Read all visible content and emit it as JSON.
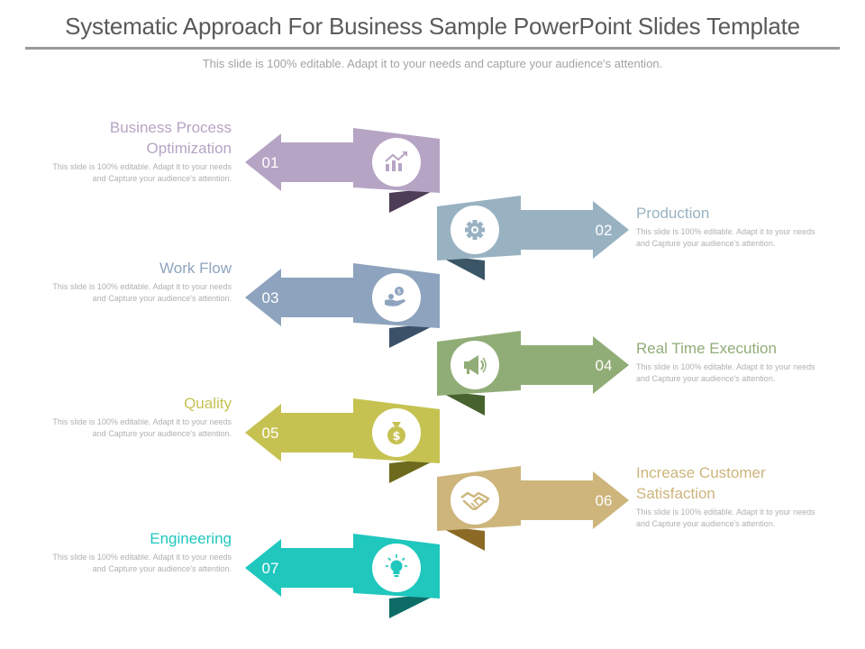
{
  "title": "Systematic Approach For Business Sample PowerPoint Slides Template",
  "subtitle": "This slide is 100% editable. Adapt it to your needs and capture your audience's attention.",
  "steps": [
    {
      "number": "01",
      "heading": "Business Process Optimization",
      "body": "This slide is 100% editable. Adapt it to your needs and  Capture your audience's attention.",
      "icon": "growth-chart-icon",
      "color": "#b6a4c4",
      "shade": "#4d3d56",
      "side": "left"
    },
    {
      "number": "02",
      "heading": "Production",
      "body": "This slide is 100% editable. Adapt it to your needs and  Capture your audience's attention.",
      "icon": "gear-icon",
      "color": "#99b2c2",
      "shade": "#3a5666",
      "side": "right"
    },
    {
      "number": "03",
      "heading": "Work Flow",
      "body": "This slide is 100% editable. Adapt it to your needs and  Capture your audience's attention.",
      "icon": "money-hand-icon",
      "color": "#8ea4be",
      "shade": "#3a5168",
      "side": "left"
    },
    {
      "number": "04",
      "heading": "Real Time Execution",
      "body": "This slide is 100% editable. Adapt it to your needs and  Capture your audience's attention.",
      "icon": "megaphone-icon",
      "color": "#91ad77",
      "shade": "#47622e",
      "side": "right"
    },
    {
      "number": "05",
      "heading": "Quality",
      "body": "This slide is 100% editable. Adapt it to your needs and  Capture your audience's attention.",
      "icon": "money-bag-icon",
      "color": "#c6c252",
      "shade": "#6d6a1d",
      "side": "left"
    },
    {
      "number": "06",
      "heading": "Increase Customer Satisfaction",
      "body": "This slide is 100% editable. Adapt it to your needs and  Capture your audience's attention.",
      "icon": "handshake-icon",
      "color": "#cdb57b",
      "shade": "#8a6a25",
      "side": "right"
    },
    {
      "number": "07",
      "heading": "Engineering",
      "body": "This slide is 100% editable. Adapt it to your needs and  Capture your audience's attention.",
      "icon": "lightbulb-icon",
      "color": "#1fc7bd",
      "shade": "#0e6c67",
      "side": "left"
    }
  ]
}
